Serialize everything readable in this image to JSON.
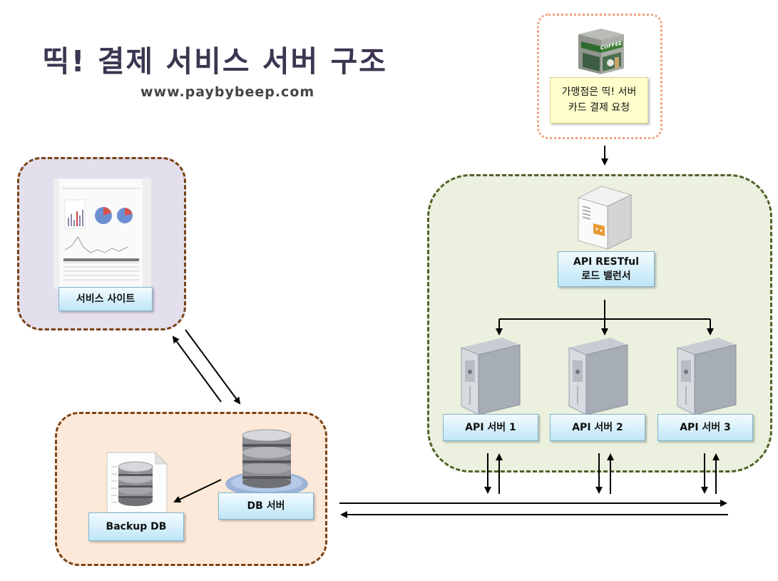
{
  "title": "띡! 결제 서비스 서버 구조",
  "subtitle": "www.paybybeep.com",
  "store_note": {
    "line1": "가맹점은 띡! 서버",
    "line2": "카드 결제 요청"
  },
  "load_balancer": {
    "line1": "API RESTful",
    "line2": "로드 밸런서"
  },
  "api_servers": [
    "API 서버 1",
    "API 서버 2",
    "API 서버 3"
  ],
  "service_site": "서비스 사이트",
  "db_server": "DB 서버",
  "backup_db": "Backup DB",
  "colors": {
    "api_group_fill": "#ebf1de",
    "api_group_border": "#4f6228",
    "site_group_fill": "#e4dfec",
    "db_group_fill": "#fde9d9",
    "group_border_brown": "#7a4315",
    "store_border": "#f0a080",
    "label_fill": "#bfe6f7",
    "note_fill": "#ffffcc",
    "title_color": "#3d3550"
  },
  "icons": [
    "coffee-shop-icon",
    "load-balancer-server-icon",
    "tower-server-icon",
    "dashboard-screenshot-icon",
    "database-icon",
    "backup-database-icon"
  ]
}
